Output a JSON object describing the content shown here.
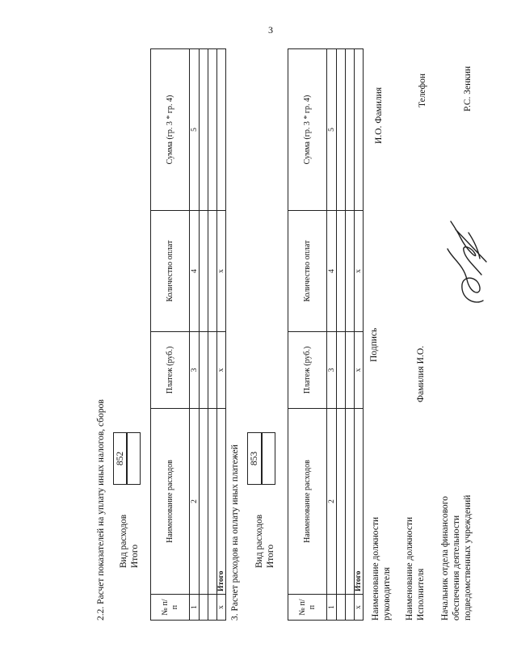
{
  "page_number": "3",
  "section1": {
    "title": "2.2. Расчет показателей на уплату иных налогов, сборов",
    "vid_label": "Вид расходов",
    "itogo_label": "Итого",
    "vid_code": "852",
    "table": {
      "headers": [
        "№ п/п",
        "Наименование расходов",
        "Платеж (руб.)",
        "Количество оплат",
        "Сумма (гр. 3 * гр. 4)"
      ],
      "numbers": [
        "1",
        "2",
        "3",
        "4",
        "5"
      ],
      "total_row": [
        "x",
        "Итого",
        "x",
        "x",
        ""
      ]
    }
  },
  "section2": {
    "title": "3. Расчет расходов на оплату иных платежей",
    "vid_label": "Вид расходов",
    "itogo_label": "Итого",
    "vid_code": "853",
    "table": {
      "headers": [
        "№ п/п",
        "Наименование расходов",
        "Платеж (руб.)",
        "Количество оплат",
        "Сумма (гр. 3 * гр. 4)"
      ],
      "numbers": [
        "1",
        "2",
        "3",
        "4",
        "5"
      ],
      "total_row": [
        "x",
        "Итого",
        "x",
        "x",
        ""
      ]
    }
  },
  "signatures": {
    "head_position_line1": "Наименование должности",
    "head_position_line2": "руководителя",
    "head_sign": "Подпись",
    "head_name": "И.О. Фамилия",
    "exec_position_line1": "Наименование должности",
    "exec_position_line2": "Исполнителя",
    "exec_name": "Фамилия И.О.",
    "exec_phone": "Телефон",
    "chief_line1": "Начальник отдела финансового",
    "chief_line2": "обеспечения деятельности",
    "chief_line3": "подведомственных учреждений",
    "chief_name": "Р.С. Зенкин"
  }
}
